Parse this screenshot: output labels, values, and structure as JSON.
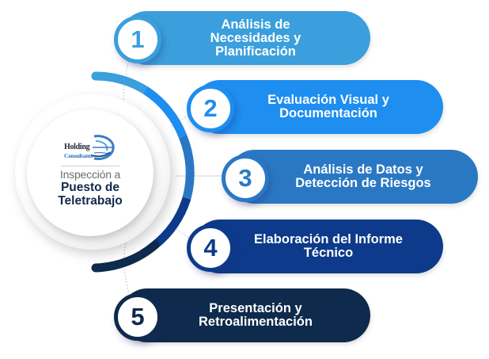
{
  "hub": {
    "logo": {
      "line1": "Holding",
      "line2": "Consultants",
      "icon": "globe-swoosh-icon"
    },
    "kicker": "Inspección a",
    "title_line1": "Puesto de",
    "title_line2": "Teletrabajo"
  },
  "colors": {
    "step1": "#3a9fdc",
    "step2": "#1e8ef0",
    "step3": "#2a78c4",
    "step4": "#0d3a8a",
    "step5": "#0e2a4c",
    "hub_text": "#102a4a",
    "arc_segments": [
      "#3a9fdc",
      "#1e8ef0",
      "#2a78c4",
      "#0d3a8a",
      "#0e2a4c"
    ]
  },
  "steps": [
    {
      "number": "1",
      "line1": "Análisis de",
      "line2": "Necesidades y",
      "line3": "Planificación",
      "color": "#3a9fdc"
    },
    {
      "number": "2",
      "line1": "Evaluación Visual y",
      "line2": "Documentación",
      "color": "#1e8ef0"
    },
    {
      "number": "3",
      "line1": "Análisis de Datos y",
      "line2": "Detección de Riesgos",
      "color": "#2a78c4"
    },
    {
      "number": "4",
      "line1": "Elaboración del Informe",
      "line2": "Técnico",
      "color": "#0d3a8a"
    },
    {
      "number": "5",
      "line1": "Presentación y",
      "line2": "Retroalimentación",
      "color": "#0e2a4c"
    }
  ]
}
